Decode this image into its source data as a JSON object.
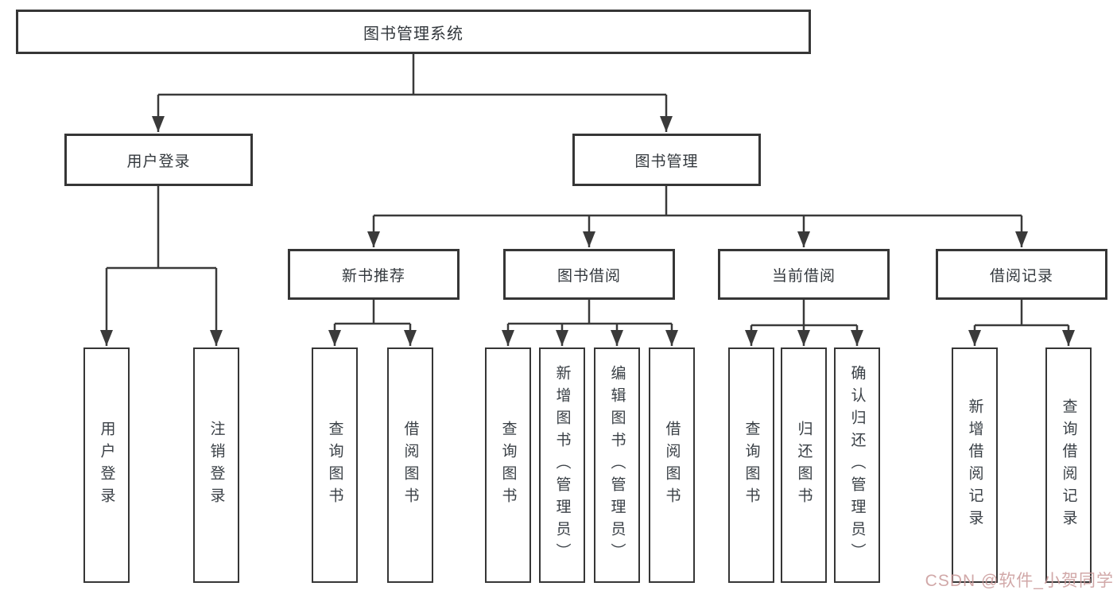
{
  "tree": {
    "root": {
      "label": "图书管理系统"
    },
    "branches": [
      {
        "label": "用户登录",
        "children": [
          {
            "label": "用户登录"
          },
          {
            "label": "注销登录"
          }
        ]
      },
      {
        "label": "图书管理",
        "groups": [
          {
            "label": "新书推荐",
            "children": [
              {
                "label": "查询图书"
              },
              {
                "label": "借阅图书"
              }
            ]
          },
          {
            "label": "图书借阅",
            "children": [
              {
                "label": "查询图书"
              },
              {
                "label": "新增图书（管理员）"
              },
              {
                "label": "编辑图书（管理员）"
              },
              {
                "label": "借阅图书"
              }
            ]
          },
          {
            "label": "当前借阅",
            "children": [
              {
                "label": "查询图书"
              },
              {
                "label": "归还图书"
              },
              {
                "label": "确认归还（管理员）"
              }
            ]
          },
          {
            "label": "借阅记录",
            "children": [
              {
                "label": "新增借阅记录"
              },
              {
                "label": "查询借阅记录"
              }
            ]
          }
        ]
      }
    ]
  },
  "watermark": {
    "text": "CSDN @软件_小贺同学"
  },
  "colors": {
    "line": "#3a3a3a",
    "box_border": "#363636",
    "text": "#33383d",
    "watermark": "#c99999",
    "background": "#ffffff"
  }
}
